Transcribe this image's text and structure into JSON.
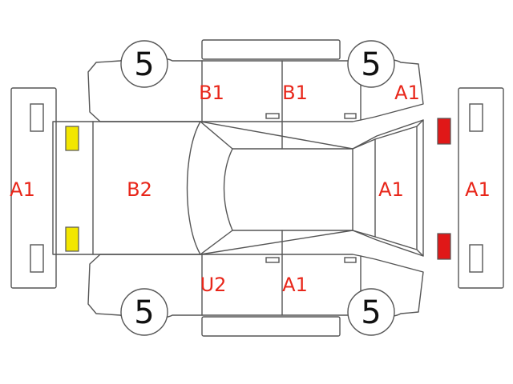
{
  "colors": {
    "outline": "#555555",
    "code_text": "#e8261a",
    "wheel_text": "#111111",
    "front_lamp": "#f2e600",
    "rear_lamp": "#e01818"
  },
  "wheels": {
    "front_left": "5",
    "rear_left": "5",
    "front_right": "5",
    "rear_right": "5"
  },
  "codes": {
    "front_bumper": "A1",
    "hood": "B2",
    "left_front_door": "B1",
    "left_rear_door": "B1",
    "left_rear_fender": "A1",
    "trunk": "A1",
    "rear_bumper": "A1",
    "right_front_door": "U2",
    "right_rear_door": "A1"
  }
}
